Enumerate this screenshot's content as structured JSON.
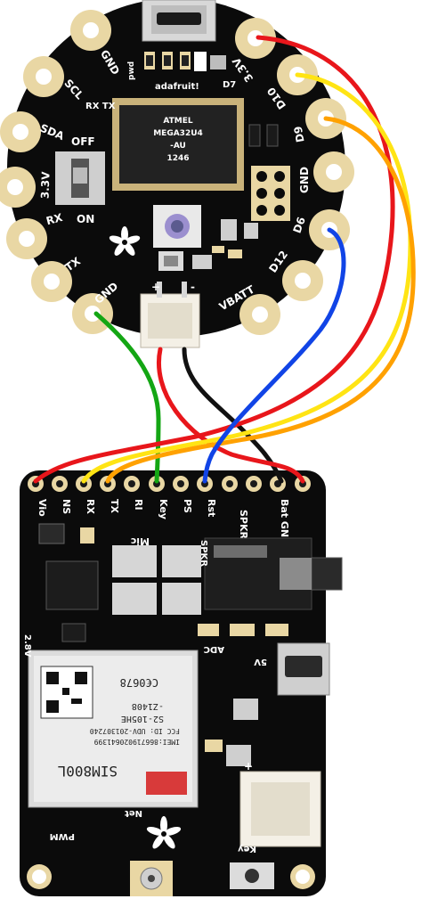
{
  "flora": {
    "pads": {
      "gnd_top": "GND",
      "v33_left": "3.3V",
      "scl": "SCL",
      "sda": "SDA",
      "rx": "RX",
      "tx": "TX",
      "gnd_bottom": "GND",
      "v33_right": "3.3V",
      "d10": "D10",
      "d9": "D9",
      "gnd_right": "GND",
      "d6": "D6",
      "d12": "D12",
      "vbatt": "VBATT"
    },
    "labels": {
      "brand": "adafruit!",
      "switch_off": "OFF",
      "switch_on": "ON",
      "rxtx": "RX TX",
      "d7": "D7",
      "pwd": "pwd",
      "plus": "+",
      "minus": "-"
    },
    "chip": {
      "line1": "ATMEL",
      "line2": "MEGA32U4",
      "line3": "-AU",
      "line4": "1246"
    }
  },
  "fona": {
    "header_labels": [
      "Vio",
      "NS",
      "RX",
      "TX",
      "RI",
      "Key",
      "PS",
      "Rst",
      "",
      "",
      "SPKR",
      "Bat GND +"
    ],
    "labels": {
      "mic": "Mic",
      "spkr_pins": "SPKR",
      "v28": "2.8V",
      "adc": "ADC",
      "v5": "5V",
      "net": "Net",
      "pwm": "PWM",
      "key": "Key",
      "plus": "+",
      "minus": "-"
    },
    "module": {
      "brand": "SIM800L",
      "ce": "C€0678",
      "model": "S2-105HE",
      "date": "-Z1408",
      "fcc": "FCC ID: UDV-201307240",
      "imei": "IMEI:866719020641399"
    }
  },
  "wire_colors": {
    "red": "#e8161b",
    "yellow": "#ffe414",
    "orange": "#ffa100",
    "blue": "#1144e6",
    "green": "#14a614",
    "black": "#111111"
  },
  "board_colors": {
    "pcb": "#0b0b0b",
    "gold": "#e9d7a4",
    "white_part": "#f4f0e6"
  }
}
